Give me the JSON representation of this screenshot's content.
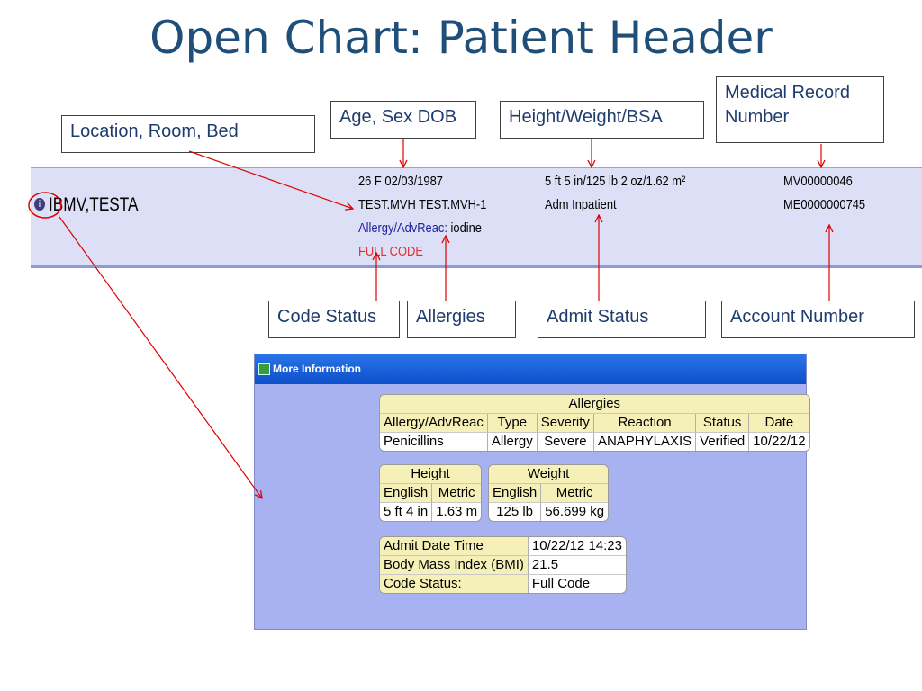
{
  "slide": {
    "title": "Open Chart: Patient Header"
  },
  "callouts": {
    "location": "Location, Room, Bed",
    "age_sex_dob": "Age, Sex DOB",
    "height_weight_bsa": "Height/Weight/BSA",
    "medical_record_number_line1": "Medical Record",
    "medical_record_number_line2": "Number",
    "code_status": "Code Status",
    "allergies": "Allergies",
    "admit_status": "Admit Status",
    "account_number": "Account Number"
  },
  "patient_header": {
    "name": "IBMV,TESTA",
    "info_icon": "info-circle-icon",
    "age_sex_dob": "26 F 02/03/1987",
    "location": "TEST.MVH TEST.MVH-1",
    "allergy_label": "Allergy/AdvReac:",
    "allergy_value": "iodine",
    "code_status": "FULL CODE",
    "height_weight_bsa": "5 ft 5 in/125 lb 2 oz/1.62 m²",
    "admit_status": "Adm Inpatient",
    "medical_record_number": "MV00000046",
    "account_number": "ME0000000745",
    "colors": {
      "strip_bg": "#dcdff5",
      "allergy_blue": "#2222a0",
      "code_red": "#e03030",
      "annotation_red": "#e00000"
    }
  },
  "more_info_window": {
    "title": "More Information",
    "window_icon": "app-window-icon",
    "allergies_table": {
      "caption": "Allergies",
      "columns": [
        "Allergy/AdvReac",
        "Type",
        "Severity",
        "Reaction",
        "Status",
        "Date"
      ],
      "rows": [
        [
          "Penicillins",
          "Allergy",
          "Severe",
          "ANAPHYLAXIS",
          "Verified",
          "10/22/12"
        ]
      ]
    },
    "height_table": {
      "caption": "Height",
      "columns": [
        "English",
        "Metric"
      ],
      "rows": [
        [
          "5 ft 4 in",
          "1.63 m"
        ]
      ]
    },
    "weight_table": {
      "caption": "Weight",
      "columns": [
        "English",
        "Metric"
      ],
      "rows": [
        [
          "125 lb",
          "56.699 kg"
        ]
      ]
    },
    "details_table": {
      "rows": [
        [
          "Admit Date Time",
          "10/22/12 14:23"
        ],
        [
          "Body Mass Index (BMI)",
          "21.5"
        ],
        [
          "Code Status:",
          "Full Code"
        ]
      ]
    }
  }
}
